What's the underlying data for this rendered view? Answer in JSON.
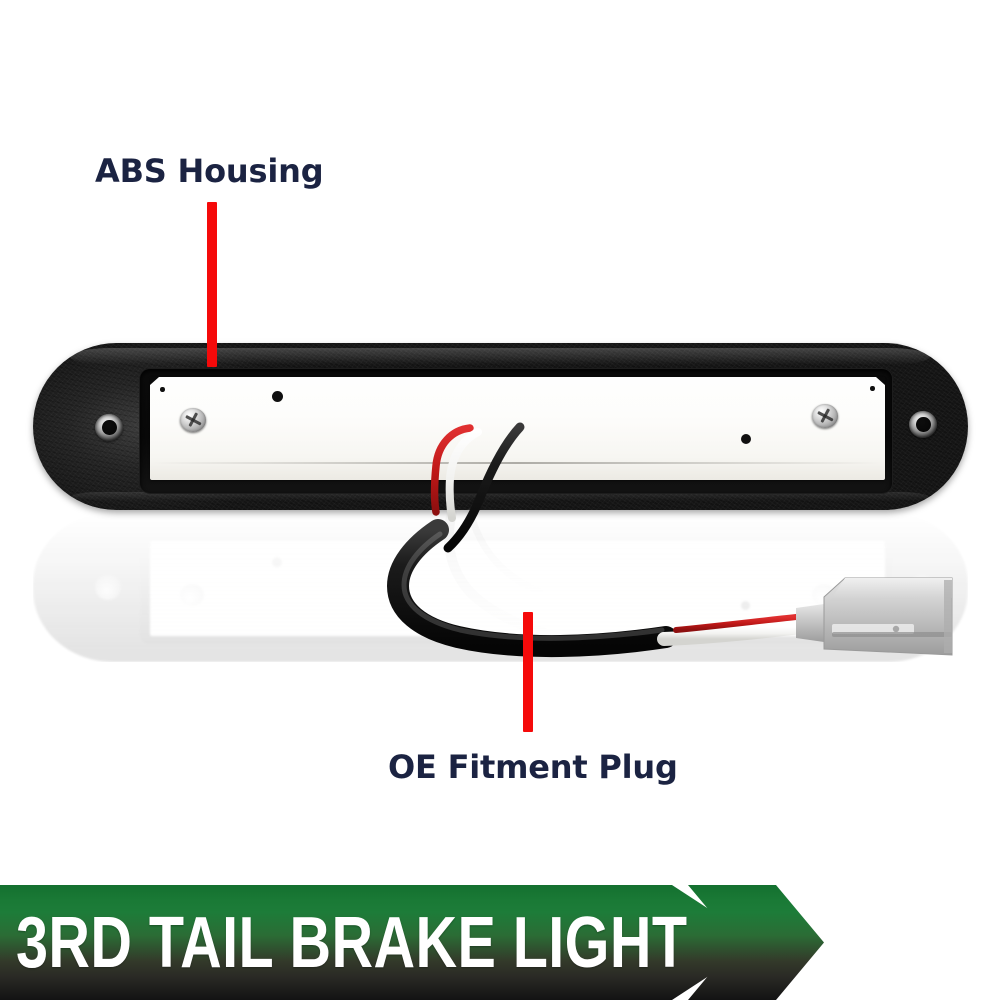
{
  "product": {
    "name": "3rd Tail Brake Light",
    "housing_color": "#1a1a1a",
    "backplate_color": "#fdfdfb",
    "connector_color": "#c9c9c9"
  },
  "callouts": [
    {
      "id": "abs-housing",
      "label": "ABS Housing",
      "text_color": "#1b2342",
      "pointer_color": "#f50a0a"
    },
    {
      "id": "oe-fitment-plug",
      "label": "OE Fitment Plug",
      "text_color": "#1b2342",
      "pointer_color": "#f50a0a"
    }
  ],
  "banner": {
    "title": "3RD TAIL BRAKE LIGHT",
    "text_color": "#ffffff",
    "gradient_top": "#1a7a36",
    "gradient_bottom": "#131313",
    "arrow_shape": "chevron-right"
  },
  "wires": {
    "red_wire_color": "#c11a1a",
    "white_wire_color": "#f4f4f4",
    "sheath_color": "#141414",
    "plug_body_color": "#c4c4c4"
  }
}
